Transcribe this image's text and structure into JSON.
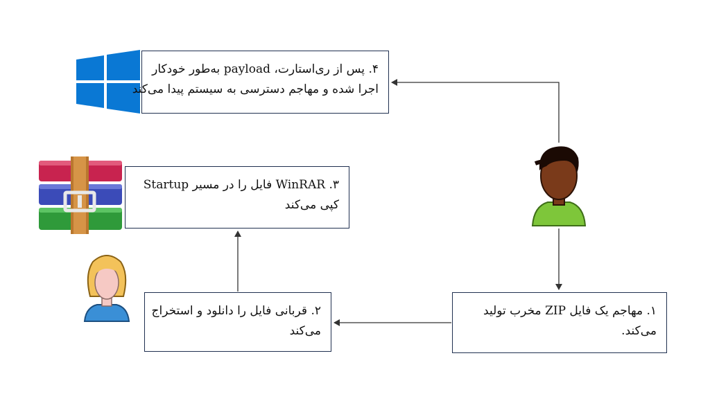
{
  "steps": {
    "step1": {
      "line1": "۱. مهاجم یک فایل ZIP مخرب تولید",
      "line2": "می‌کند."
    },
    "step2": {
      "line1": "۲.  قربانی فایل را دانلود و استخراج",
      "line2": "می‌کند"
    },
    "step3": {
      "line1": "۳. WinRAR  فایل را در مسیر Startup",
      "line2": "کپی می‌کند"
    },
    "step4": {
      "line1": "۴. پس از ری‌استارت، payload  به‌طور خودکار",
      "line2": "اجرا شده و مهاجم دسترسی به سیستم پیدا می‌کند"
    }
  },
  "icons": {
    "attacker": "attacker-avatar-icon",
    "victim": "victim-avatar-icon",
    "winrar": "winrar-logo-icon",
    "windows": "windows-logo-icon"
  },
  "colors": {
    "border": "#1f2f4f",
    "arrow": "#333333",
    "windows_blue": "#0a78d4",
    "attacker_skin": "#7a3a1a",
    "attacker_shirt": "#7ec63a",
    "victim_hair": "#f3c25a",
    "victim_skin": "#f6c9c4",
    "victim_shirt": "#3a8fd6"
  }
}
